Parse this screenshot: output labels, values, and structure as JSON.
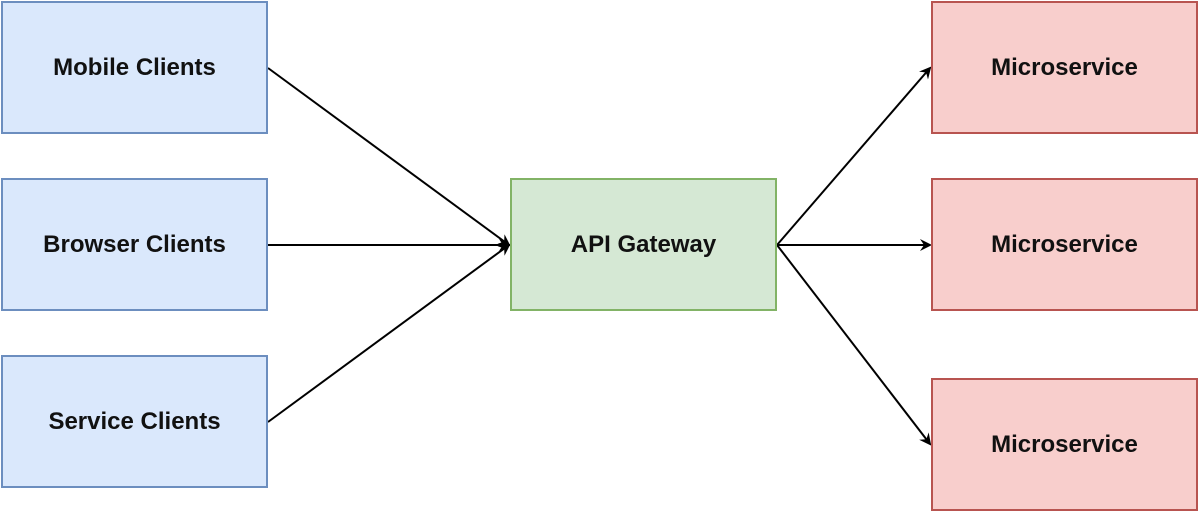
{
  "clients": [
    {
      "label": "Mobile Clients"
    },
    {
      "label": "Browser Clients"
    },
    {
      "label": "Service Clients"
    }
  ],
  "gateway": {
    "label": "API Gateway"
  },
  "services": [
    {
      "label": "Microservice"
    },
    {
      "label": "Microservice"
    },
    {
      "label": "Microservice"
    }
  ],
  "colors": {
    "client_fill": "#dae8fc",
    "client_border": "#6c8ebf",
    "gateway_fill": "#d5e8d4",
    "gateway_border": "#82b366",
    "service_fill": "#f8cecc",
    "service_border": "#b85450",
    "arrow": "#000000"
  }
}
